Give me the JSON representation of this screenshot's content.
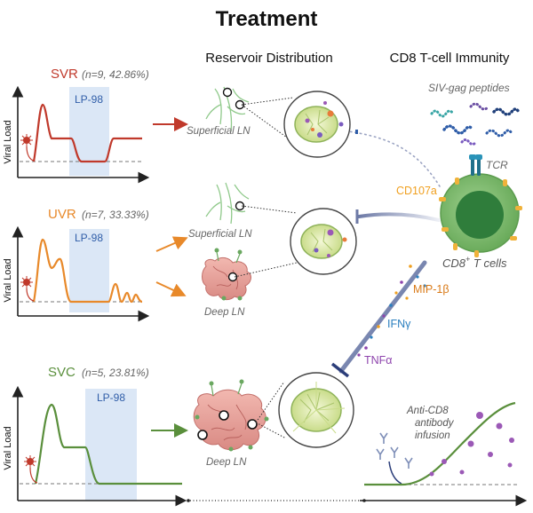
{
  "title": "Treatment",
  "columns": {
    "reservoir": "Reservoir Distribution",
    "immunity": "CD8 T-cell Immunity"
  },
  "panels": {
    "svr": {
      "name": "SVR",
      "stats": "(n=9, 42.86%)",
      "drug": "LP-98",
      "ylabel": "Viral Load",
      "color": "#c0392b"
    },
    "uvr": {
      "name": "UVR",
      "stats": "(n=7, 33.33%)",
      "drug": "LP-98",
      "ylabel": "Viral Load",
      "color": "#e8892a"
    },
    "svc": {
      "name": "SVC",
      "stats": "(n=5, 23.81%)",
      "drug": "LP-98",
      "ylabel": "Viral Load",
      "color": "#5a8f3c"
    }
  },
  "lymph_nodes": {
    "superficial_1": "Superficial LN",
    "superficial_2": "Superficial LN",
    "deep_1": "Deep LN",
    "deep_2": "Deep LN"
  },
  "immunity": {
    "peptides": "SIV-gag peptides",
    "tcr": "TCR",
    "cd107a": "CD107a",
    "cd8_cells": "CD8",
    "cd8_sup": "+",
    "cd8_suffix": " T cells",
    "mip": "MIP-1β",
    "ifn": "IFNγ",
    "tnf": "TNFα",
    "antibody": [
      "Anti-CD8",
      "antibody",
      "infusion"
    ]
  },
  "colors": {
    "highlight": "#dbe7f6",
    "highlight_text": "#2f5da8",
    "tcell_outer": "#7dbd6e",
    "tcell_inner": "#2f7d3b",
    "tcell_knob": "#f0b23a",
    "cd107a": "#f0a020",
    "mip": "#d97a18",
    "ifn": "#2a7fbf",
    "tnf": "#8e44ad",
    "inhibit_arrow": "#2c3e7a",
    "virus": "#9b59b6"
  }
}
